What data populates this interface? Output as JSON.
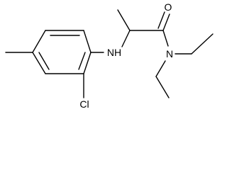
{
  "molecule": {
    "atom_labels": {
      "amine_nh": "NH",
      "amide_n": "N",
      "carbonyl_o": "O",
      "chlorine": "Cl"
    },
    "colors": {
      "bond": "#000000",
      "label": "#000000",
      "background": "#ffffff"
    }
  }
}
